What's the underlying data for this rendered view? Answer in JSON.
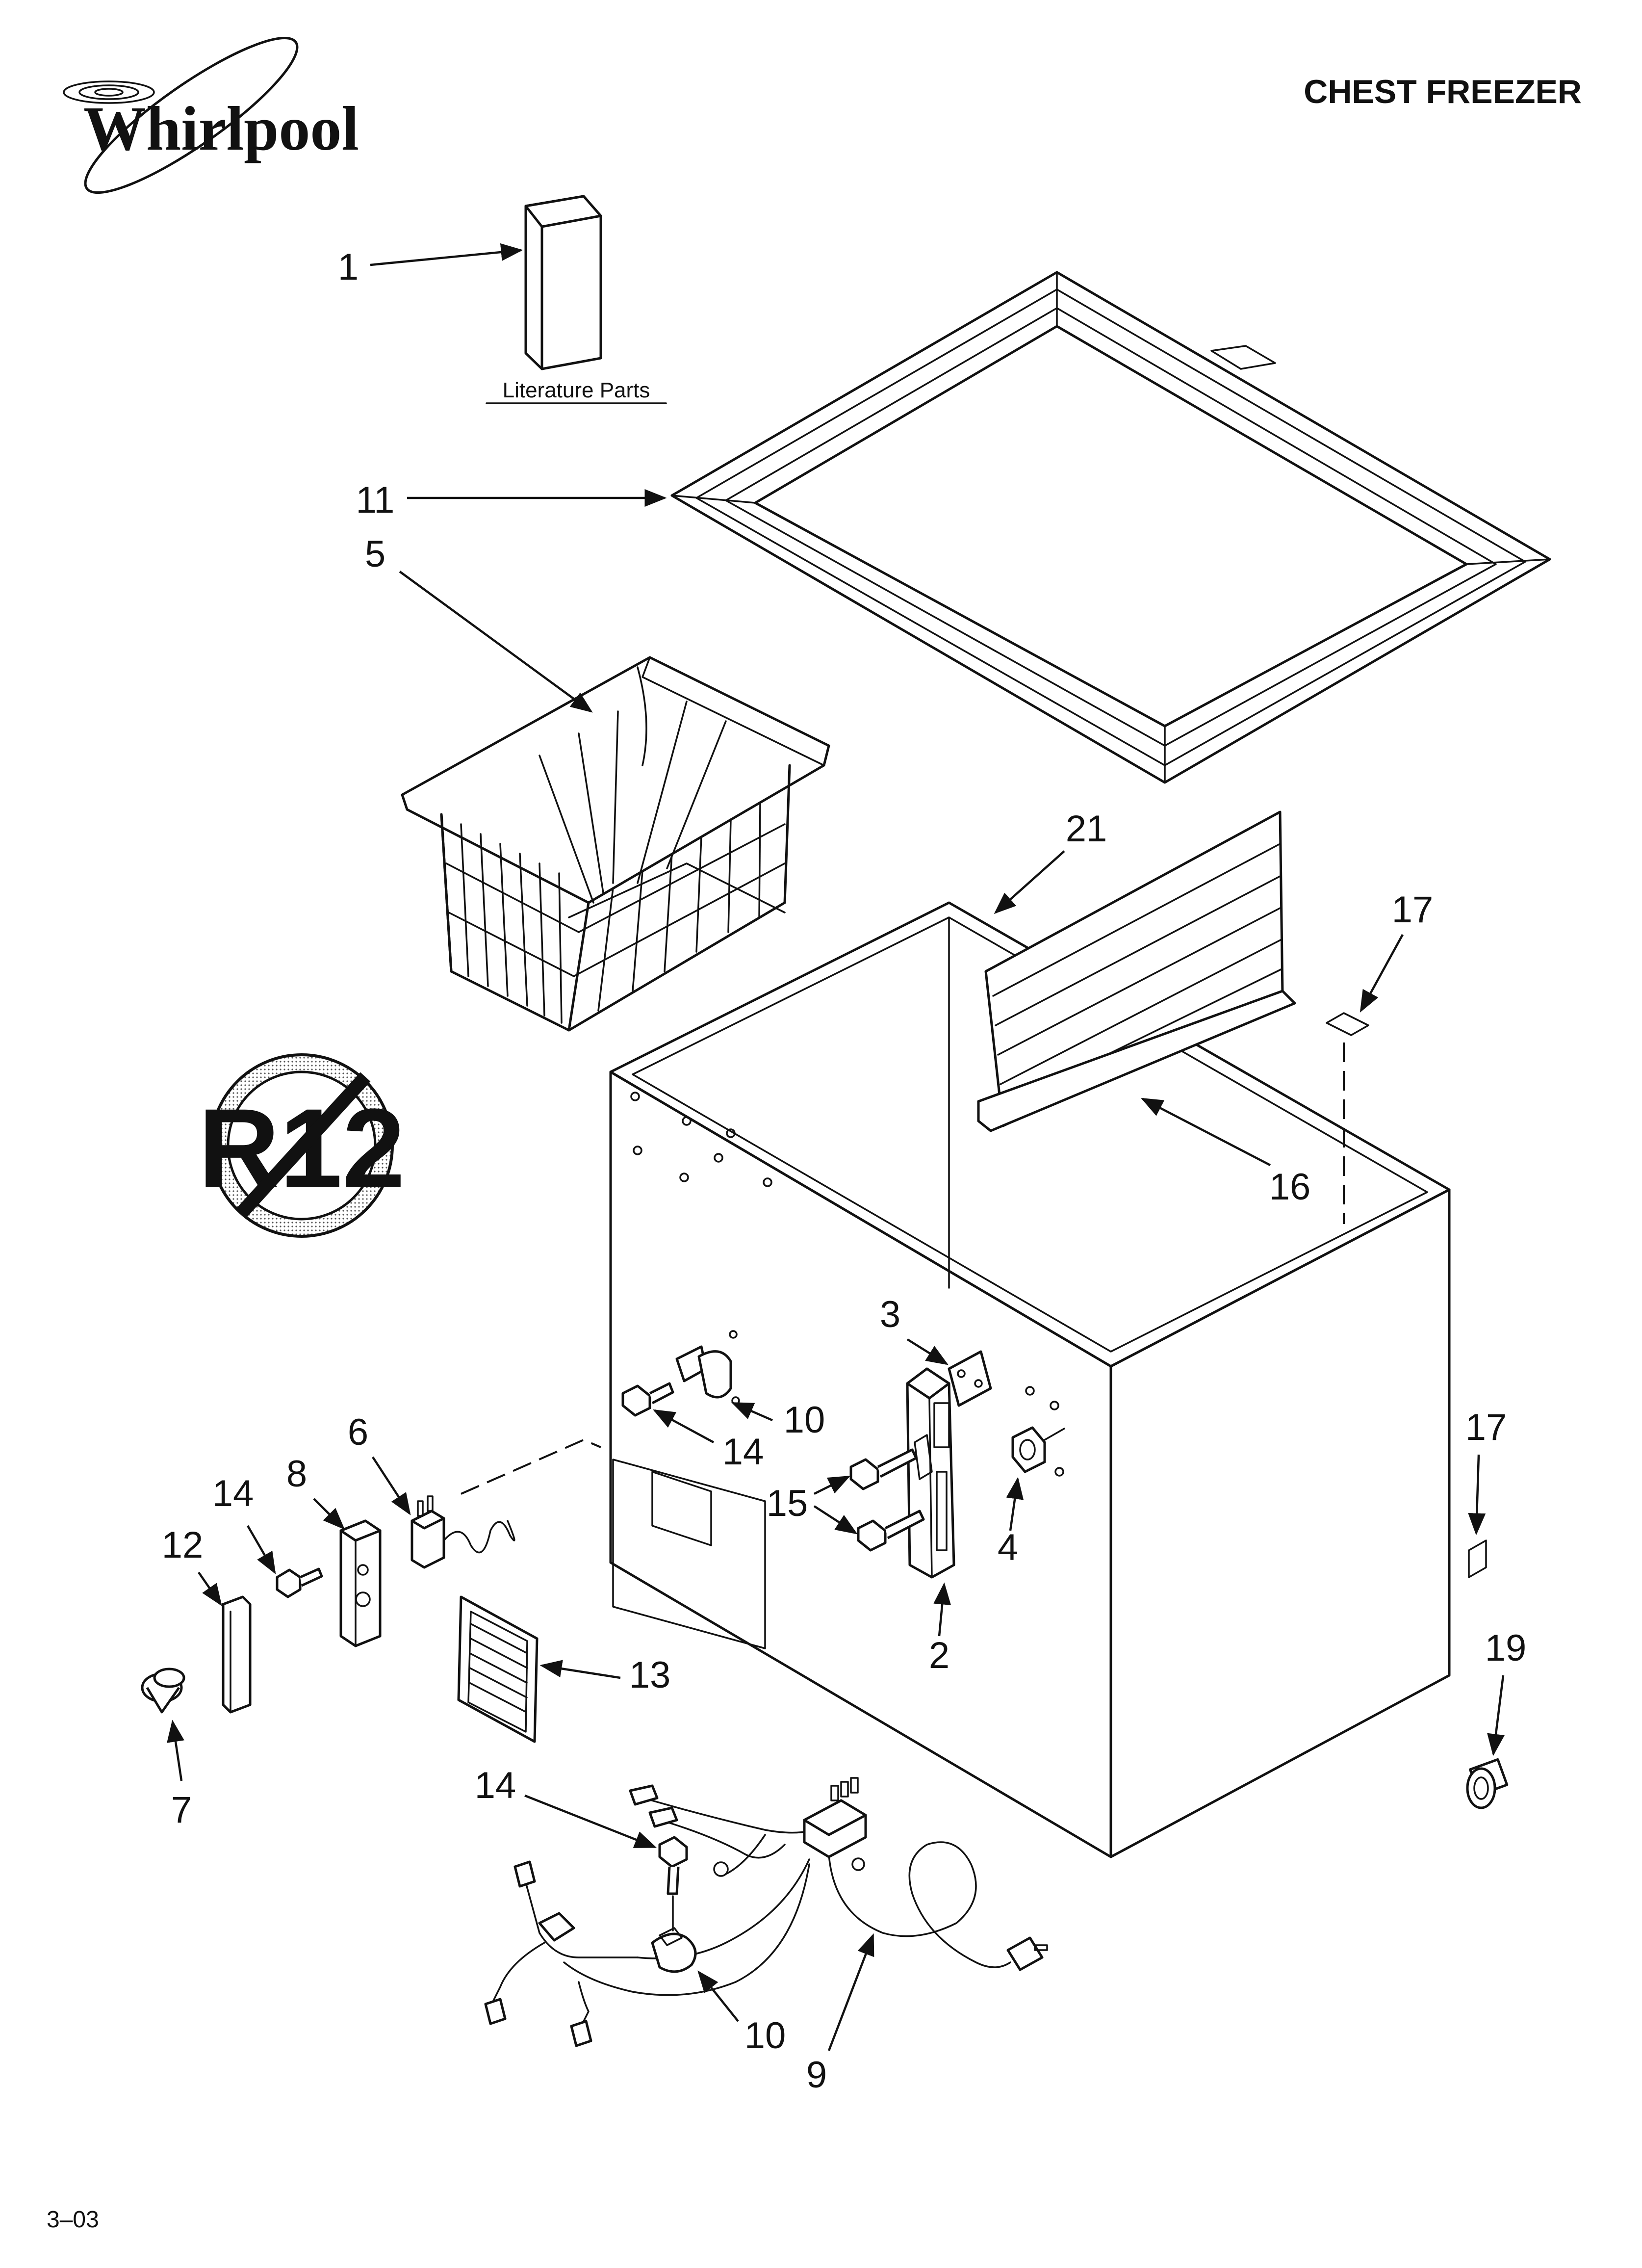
{
  "header": {
    "brand": "Whirlpool",
    "title": "CHEST FREEZER"
  },
  "literature_label": "Literature Parts",
  "badge": {
    "text": "R12"
  },
  "footer": {
    "code": "3–03"
  },
  "callouts": {
    "c1": "1",
    "c2": "2",
    "c3": "3",
    "c4": "4",
    "c5": "5",
    "c6": "6",
    "c7": "7",
    "c8": "8",
    "c9": "9",
    "c10a": "10",
    "c10b": "10",
    "c11": "11",
    "c12": "12",
    "c13": "13",
    "c14a": "14",
    "c14b": "14",
    "c14c": "14",
    "c15": "15",
    "c16": "16",
    "c17a": "17",
    "c17b": "17",
    "c19": "19",
    "c21": "21"
  }
}
